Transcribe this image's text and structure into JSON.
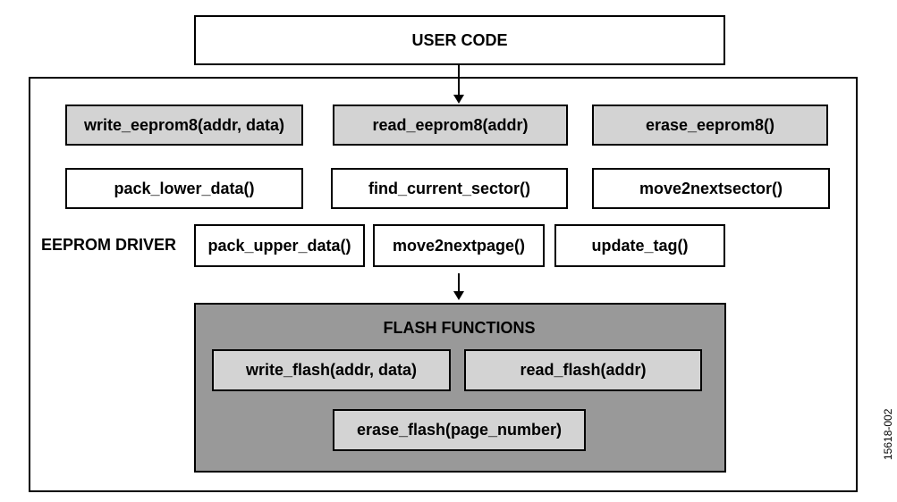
{
  "user_code": {
    "label": "USER CODE"
  },
  "eeprom_driver": {
    "label": "EEPROM DRIVER",
    "api_functions": [
      "write_eeprom8(addr, data)",
      "read_eeprom8(addr)",
      "erase_eeprom8()"
    ],
    "helper_functions_row1": [
      "pack_lower_data()",
      "find_current_sector()",
      "move2nextsector()"
    ],
    "helper_functions_row2": [
      "pack_upper_data()",
      "move2nextpage()",
      "update_tag()"
    ]
  },
  "flash_functions": {
    "label": "FLASH FUNCTIONS",
    "functions": [
      "write_flash(addr, data)",
      "read_flash(addr)",
      "erase_flash(page_number)"
    ]
  },
  "figure_id": "15618-002",
  "colors": {
    "api_box": "#d3d3d3",
    "flash_container": "#999999",
    "flash_box": "#d3d3d3"
  }
}
